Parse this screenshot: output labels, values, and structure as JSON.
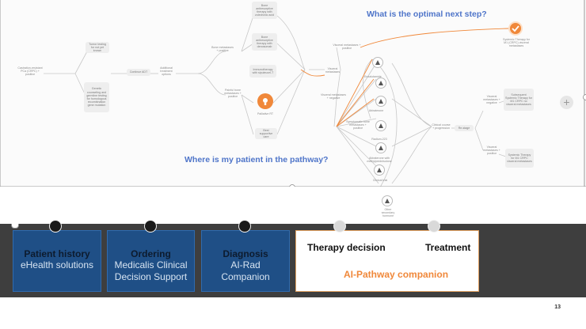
{
  "questions": {
    "next_step": "What is the optimal next step?",
    "pathway": "Where is my patient in the pathway?"
  },
  "stages": {
    "patient_history": {
      "title": "Patient history",
      "subtitle": "eHealth solutions"
    },
    "ordering": {
      "title": "Ordering",
      "subtitle_1": "Medicalis Clinical",
      "subtitle_2": "Decision Support"
    },
    "diagnosis": {
      "title": "Diagnosis",
      "subtitle_1": "AI-Rad",
      "subtitle_2": "Companion"
    },
    "therapy_decision": {
      "title": "Therapy decision"
    },
    "treatment": {
      "title": "Treatment"
    },
    "companion": {
      "title": "AI-Pathway companion"
    }
  },
  "pathway_nodes": {
    "castration": "Castration-resistant PCa (CRPC) + positive",
    "tumor_testing": "Tumor testing for not yet known",
    "genetic": "Genetic counseling and germline testing for homologous recombination gene mutation",
    "continue_adt": "Continue ADT",
    "additional": "Additional treatment options",
    "bone_antiresorptive_1": "Bone antiresorptive therapy with zoledronic acid",
    "bone_antiresorptive_2": "Bone antiresorptive therapy with denosumab",
    "bone_mets": "Bone metastases + positive",
    "immunotherapy": "Immunotherapy with sipuleucel-T",
    "painful_bone": "Painful bone metastases + positive",
    "palliative": "Palliative RT",
    "best_supportive": "Best supportive care",
    "visceral_pos": "Visceral metastases + positive",
    "visceral_node": "Visceral metastases",
    "visceral_neg": "Visceral metastases + negative",
    "symptomatic": "Symptomatic bone metastases + positive",
    "systemic_top": "Systemic Therapy for M1 (CRPC) visceral metastases",
    "enzalutamide": "Enzalutamide",
    "abiraterone": "Abiraterone",
    "radium": "Radium-223",
    "abiraterone_methyl": "Abiraterone with methylprednisolone",
    "clinical_trial": "Clinical trial",
    "other_hormone": "Other secondary hormone",
    "clinical_course": "Clinical course + progression",
    "re_stage": "Re-stage",
    "visceral_neg2": "Visceral metastases + negative",
    "subsequent": "Subsequent Systemic Therapy for M1 CRPC no visceral metastases",
    "visceral_pos2": "Visceral metastases + positive",
    "systemic_bottom": "Systemic Therapy for M1 CRPC visceral metastases"
  },
  "slide_number": "13",
  "colors": {
    "accent": "#f0883a",
    "question": "#4f75c9",
    "panel": "#1f4f86",
    "bar": "#3e3e3e"
  }
}
